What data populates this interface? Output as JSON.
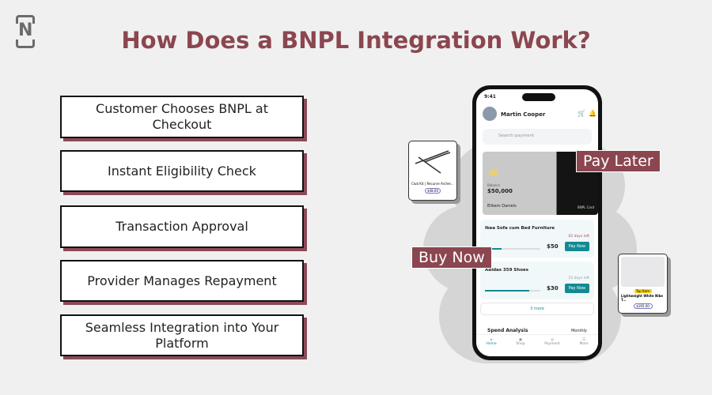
{
  "title": "How Does a BNPL Integration Work?",
  "steps": [
    "Customer Chooses BNPL at Checkout",
    "Instant Eligibility Check",
    "Transaction Approval",
    "Provider Manages Repayment",
    "Seamless Integration into Your Platform"
  ],
  "labels": {
    "pay_later": "Pay Later",
    "buy_now": "Buy Now"
  },
  "phone": {
    "time": "9:41",
    "user": "Martin Cooper",
    "search_placeholder": "Search payment",
    "balance_label": "Balance",
    "balance": "$50,000",
    "card_holder": "Elikem Daniels",
    "card_type": "BNPL Card",
    "items": [
      {
        "name": "Ikea Sofa cum Bed Furniture",
        "due": "02 days left",
        "amount": "$50",
        "progress": 0.3,
        "button": "Pay Now"
      },
      {
        "name": "Adidas 359 Shoes",
        "due": "25 days left",
        "amount": "$30",
        "progress": 0.8,
        "button": "Pay Now"
      }
    ],
    "more": "3 more",
    "spend": "Spend Analysis",
    "period": "Monthly",
    "nav": [
      "Home",
      "Shop",
      "Payment",
      "More"
    ]
  },
  "products": [
    {
      "name": "Club Kit | Recurve Archer...",
      "price": "$48.00"
    },
    {
      "badge": "Top Item",
      "name": "Lightweight White Nike T...",
      "price": "$195.00"
    }
  ],
  "colors": {
    "accent": "#8b4650",
    "teal": "#138a93"
  }
}
